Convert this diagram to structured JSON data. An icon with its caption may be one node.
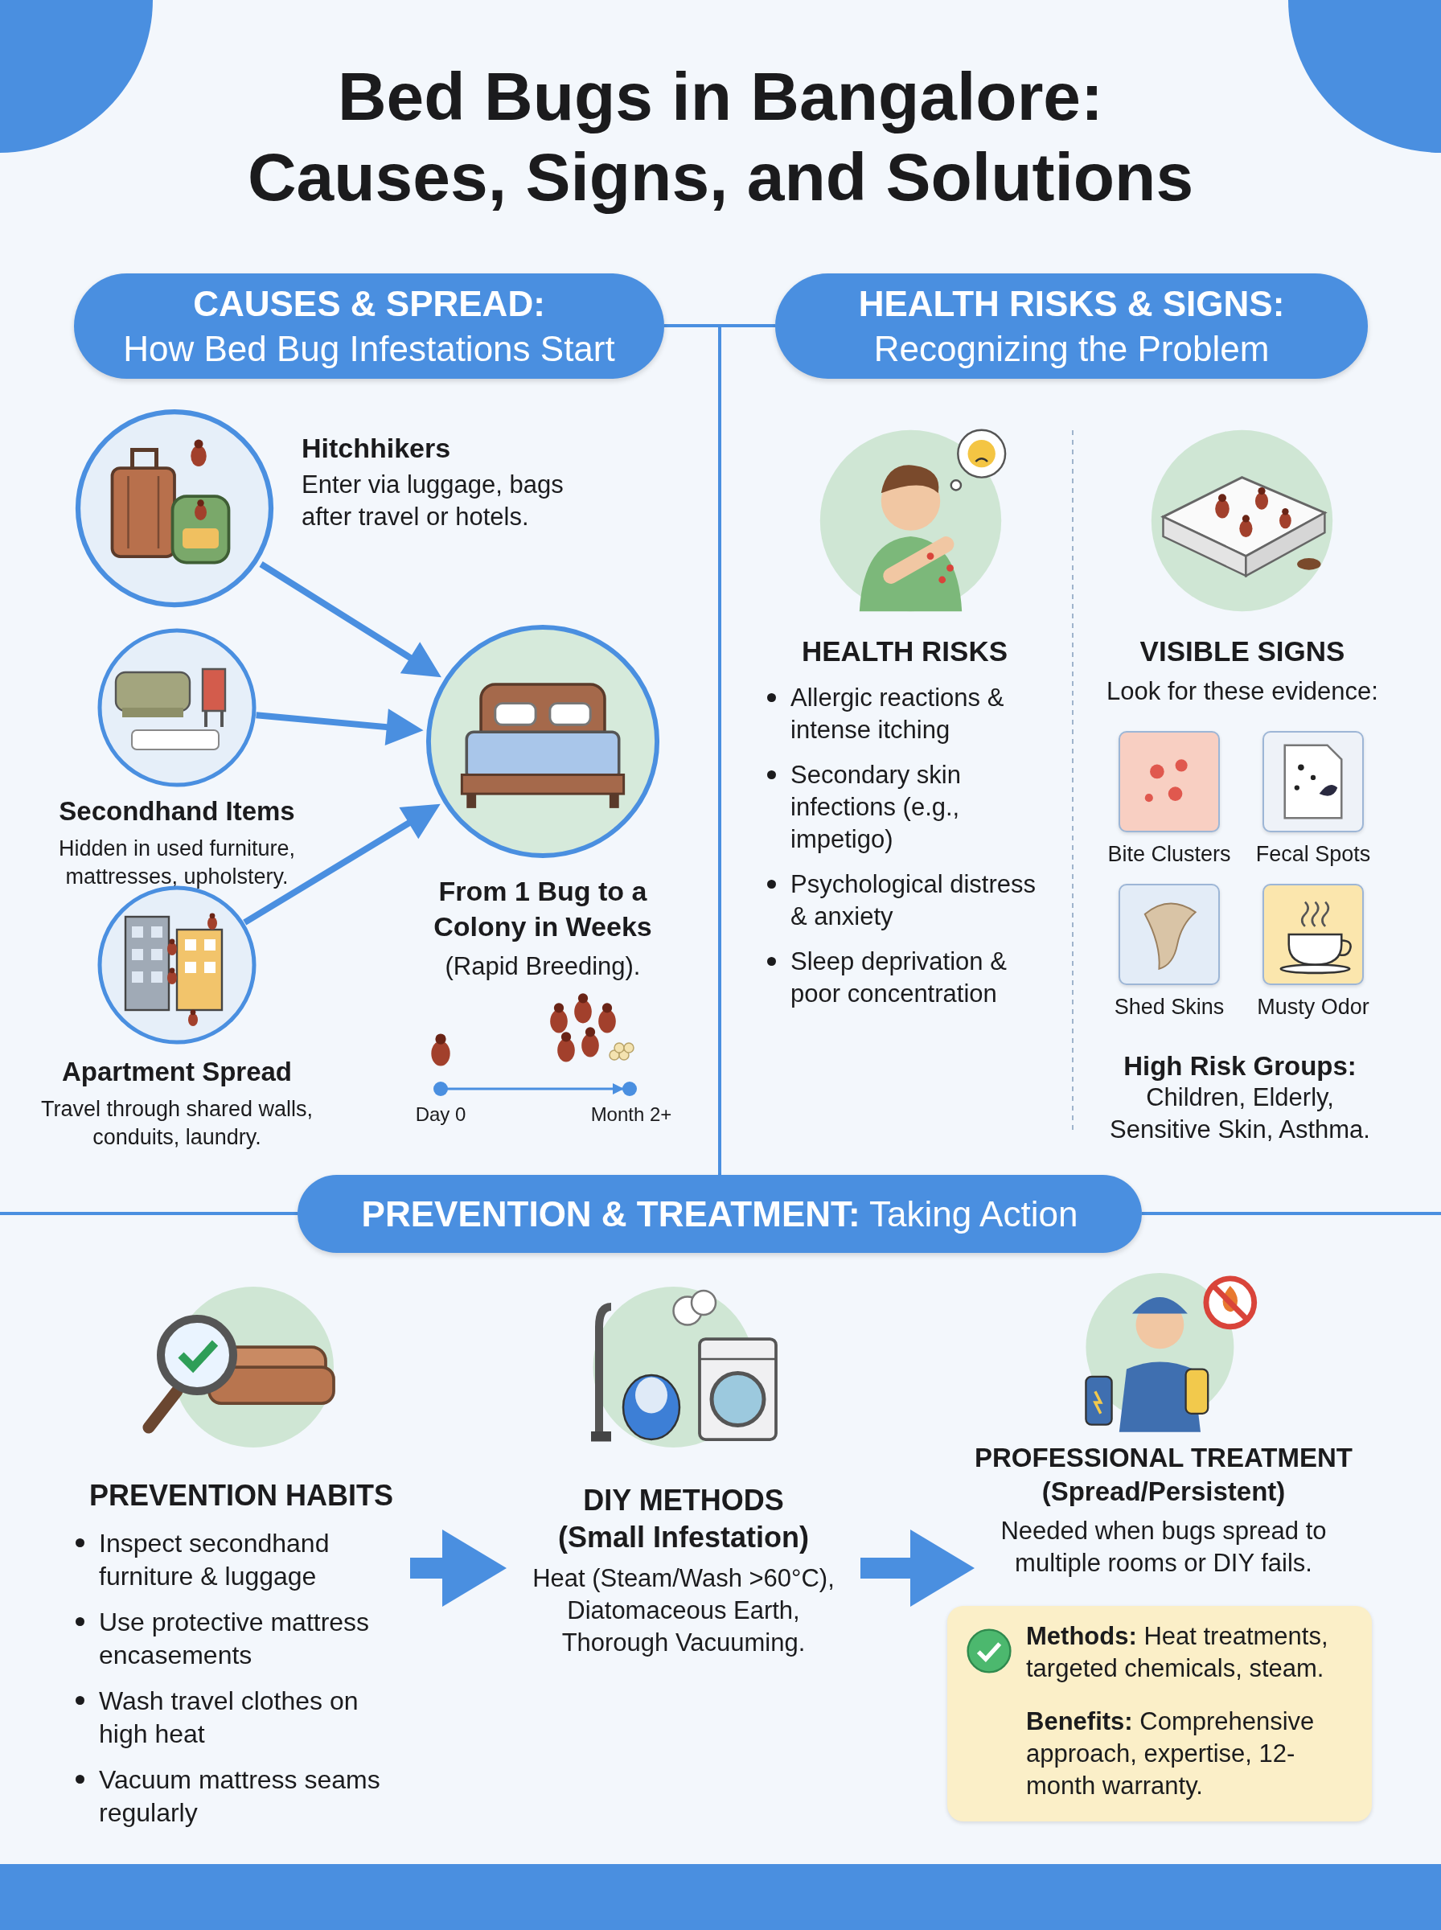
{
  "diagram": {
    "title": "Bed Bugs in Bangalore: Causes, Signs, and Solutions",
    "nodes": [
      {
        "text": [
          "CAUSES & SPREAD:",
          "How Bed Bug Infestations Start"
        ]
      },
      {
        "text": [
          "HEALTH RISKS & SIGNS:",
          "Recognizing the Problem"
        ]
      },
      {
        "text": [
          "Hitchhikers",
          "Enter via luggage, bags after travel or hotels."
        ]
      },
      {
        "text": [
          "Secondhand Items",
          "Hidden in used furniture, mattresses, upholstery."
        ]
      },
      {
        "text": [
          "Apartment Spread",
          "Travel through shared walls, conduits, laundry."
        ]
      },
      {
        "text": [
          "From 1 Bug to a Colony in Weeks",
          "(Rapid Breeding)."
        ]
      },
      {
        "text": [
          "HEALTH RISKS",
          "Allergic reactions & intense itching",
          "Secondary skin infections (e.g., impetigo)",
          "Psychological distress & anxiety",
          "Sleep deprivation & poor concentration"
        ]
      },
      {
        "text": [
          "VISIBLE SIGNS",
          "Look for these evidence:"
        ]
      },
      {
        "text": [
          "Bite Clusters"
        ]
      },
      {
        "text": [
          "Fecal Spots"
        ]
      },
      {
        "text": [
          "Shed Skins"
        ]
      },
      {
        "text": [
          "Musty Odor"
        ]
      },
      {
        "text": [
          "**PREVENTION & TREATMENT:** Taking Action"
        ]
      },
      {
        "text": [
          "PREVENTION HABITS",
          "Inspect secondhand furniture & luggage",
          "Use protective mattress encasements",
          "Wash travel clothes on high heat",
          "Vacuum mattress seams regularly"
        ]
      },
      {
        "text": [
          "DIY METHODS (Small Infestation)",
          "Heat (Steam/Wash >60°C), Diatomaceous Earth, Thorough Vacuuming."
        ]
      },
      {
        "text": [
          "PROFESSIONAL TREATMENT (Spread/Persistent)",
          "Needed when bugs spread to multiple rooms or DIY fails."
        ]
      },
      {
        "text": [
          "**Methods:** Heat treatments, targeted chemicals, steam.",
          "**Benefits:** Comprehensive approach, expertise, 12-month warranty."
        ]
      }
    ],
    "edges": [
      {
        "from": 2,
        "to": 5,
        "arrow": "to"
      },
      {
        "from": 3,
        "to": 5,
        "arrow": "to"
      },
      {
        "from": 4,
        "to": 5,
        "arrow": "to"
      },
      {
        "from": 13,
        "to": 14,
        "arrow": "to",
        "style": "thick"
      },
      {
        "from": 14,
        "to": 15,
        "arrow": "to",
        "style": "thick"
      }
    ],
    "labels": [
      "Day 0",
      "Month 2+",
      "High Risk Groups:",
      "Children, Elderly, Sensitive Skin, Asthma."
    ]
  }
}
